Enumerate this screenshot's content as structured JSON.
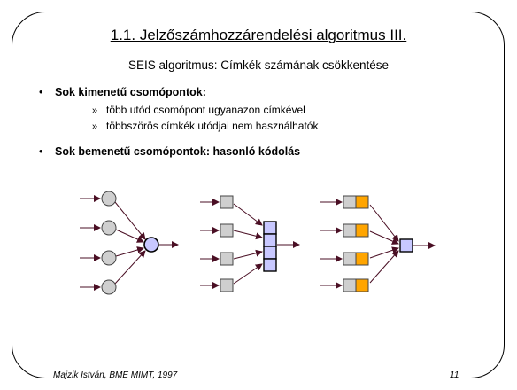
{
  "title": "1.1. Jelzőszámhozzárendelési algoritmus III.",
  "subtitle": "SEIS algoritmus: Címkék számának csökkentése",
  "bullets": [
    {
      "text": "Sok kimenetű csomópontok:",
      "subitems": [
        "több utód csomópont ugyanazon címkével",
        "többszörös címkék utódjai nem használhatók"
      ]
    },
    {
      "text": "Sok bemenetű csomópontok: hasonló kódolás"
    }
  ],
  "bullet_symbol": "•",
  "subitem_symbol": "»",
  "footer": {
    "author": "Majzik István, BME MIMT, 1997",
    "page": "11"
  },
  "colors": {
    "node_gray": "#cfcfcf",
    "node_blue": "#c8c8ff",
    "node_orange": "#ffa500",
    "arrow": "#4a0f24"
  }
}
